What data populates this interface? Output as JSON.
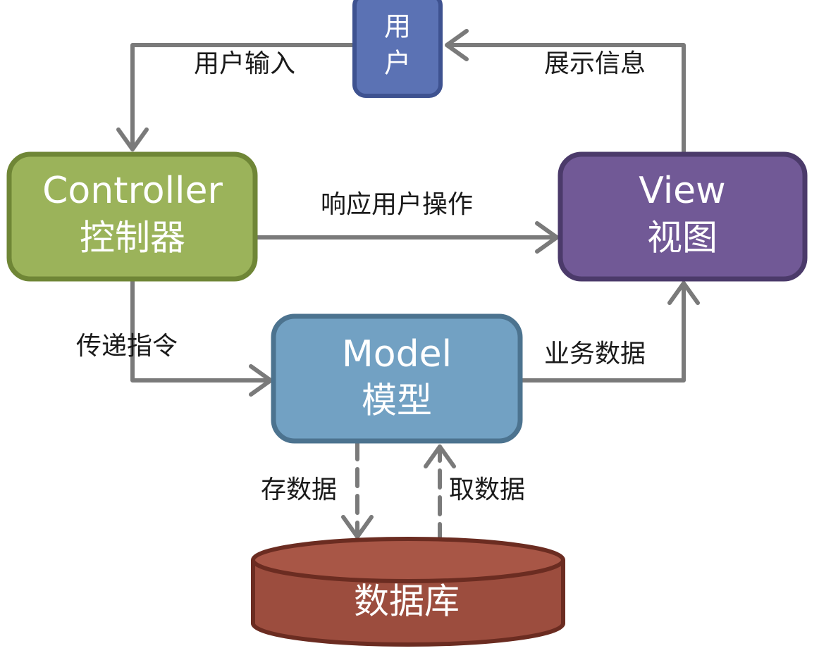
{
  "nodes": {
    "user": {
      "line1": "用",
      "line2": "户",
      "fill": "#5b72b4",
      "stroke": "#3e5290"
    },
    "controller": {
      "title": "Controller",
      "subtitle": "控制器",
      "fill": "#9bb35a",
      "stroke": "#6f8636"
    },
    "view": {
      "title": "View",
      "subtitle": "视图",
      "fill": "#715996",
      "stroke": "#4b3a6a"
    },
    "model": {
      "title": "Model",
      "subtitle": "模型",
      "fill": "#72a1c3",
      "stroke": "#4c738f"
    },
    "database": {
      "label": "数据库",
      "fill": "#9c4d3e",
      "stroke": "#6b2c21"
    }
  },
  "edges": {
    "user_input": "用户输入",
    "show_info": "展示信息",
    "respond_user_action": "响应用户操作",
    "pass_command": "传递指令",
    "business_data": "业务数据",
    "store_data": "存数据",
    "fetch_data": "取数据"
  },
  "colors": {
    "arrow": "#7a7a7a"
  }
}
